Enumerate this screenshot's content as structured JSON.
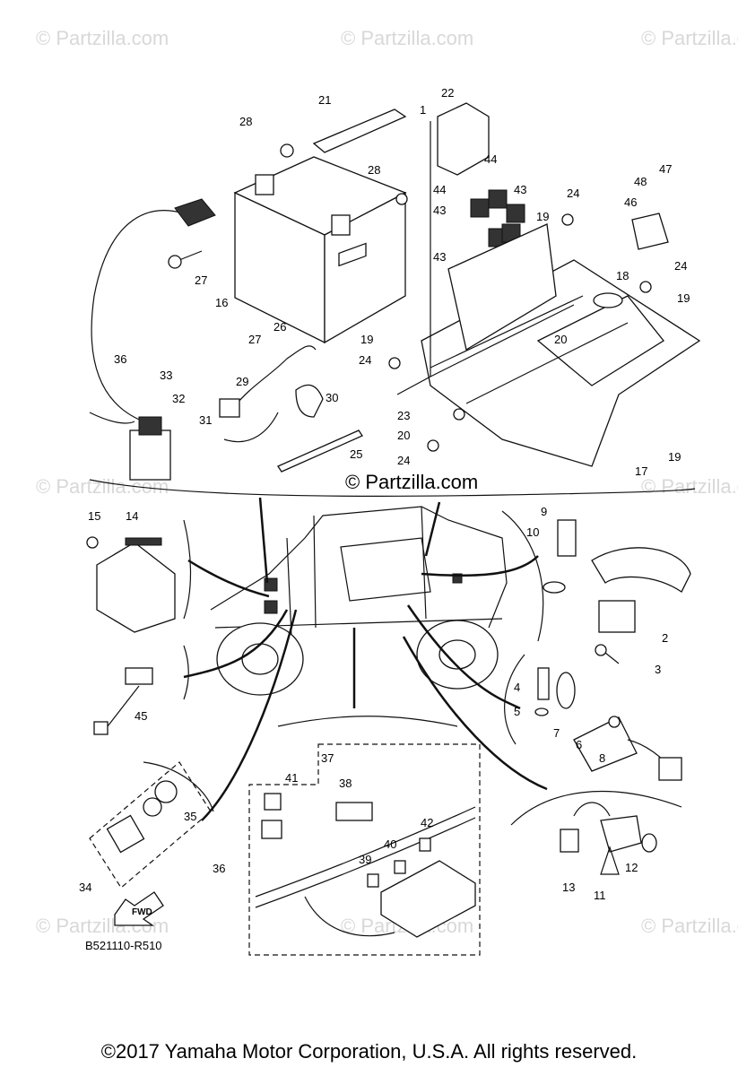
{
  "watermark_text": "© Partzilla.com",
  "center_watermark": "© Partzilla.com",
  "diagram_code": "B521110-R510",
  "fwd_label": "FWD",
  "copyright": "©2017  Yamaha Motor Corporation, U.S.A. All rights reserved.",
  "callouts": [
    "1",
    "2",
    "3",
    "4",
    "5",
    "6",
    "7",
    "8",
    "9",
    "10",
    "11",
    "12",
    "13",
    "14",
    "15",
    "16",
    "17",
    "18",
    "19",
    "20",
    "21",
    "22",
    "23",
    "24",
    "25",
    "26",
    "27",
    "28",
    "29",
    "30",
    "31",
    "32",
    "33",
    "34",
    "35",
    "36",
    "37",
    "38",
    "39",
    "40",
    "41",
    "42",
    "43",
    "44",
    "45",
    "46",
    "47",
    "48"
  ]
}
